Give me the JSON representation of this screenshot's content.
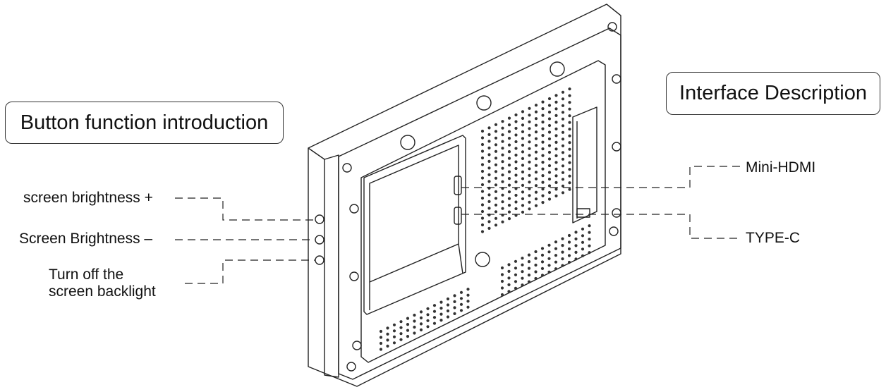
{
  "titles": {
    "left": "Button function introduction",
    "right": "Interface Description"
  },
  "buttons": {
    "brightness_up": "screen brightness +",
    "brightness_down": "Screen Brightness –",
    "backlight_line1": "Turn off the",
    "backlight_line2": "screen backlight"
  },
  "interfaces": {
    "hdmi": "Mini-HDMI",
    "typec": "TYPE-C"
  },
  "colors": {
    "line": "#222222",
    "dot": "#333333"
  }
}
